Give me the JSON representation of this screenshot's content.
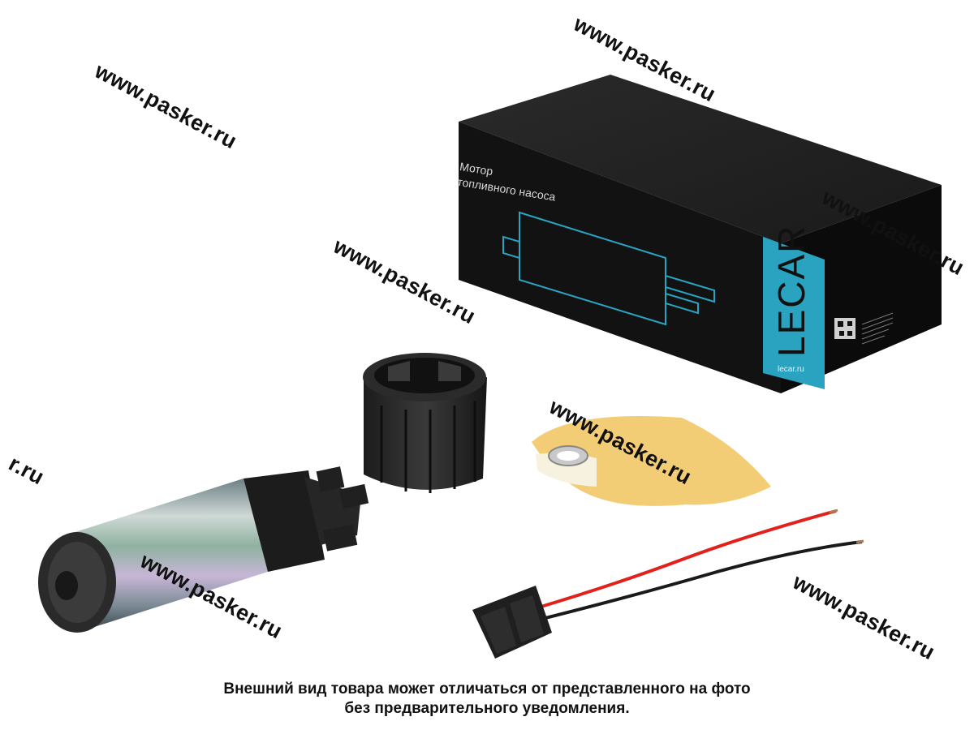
{
  "watermark": "www.pasker.ru",
  "watermark_clipped": "r.ru",
  "box": {
    "title_line1": "Мотор",
    "title_line2": "топливного насоса",
    "brand": "LECAR",
    "website": "lecar.ru"
  },
  "disclaimer": {
    "line1": "Внешний вид товара может отличаться от представленного на фото",
    "line2": "без предварительного уведомления."
  },
  "colors": {
    "box_black": "#141414",
    "brand_teal": "#2aa3c0",
    "wire_red": "#e0211c",
    "wire_black": "#1a1a1a",
    "filter_yellow": "#f2c866"
  }
}
